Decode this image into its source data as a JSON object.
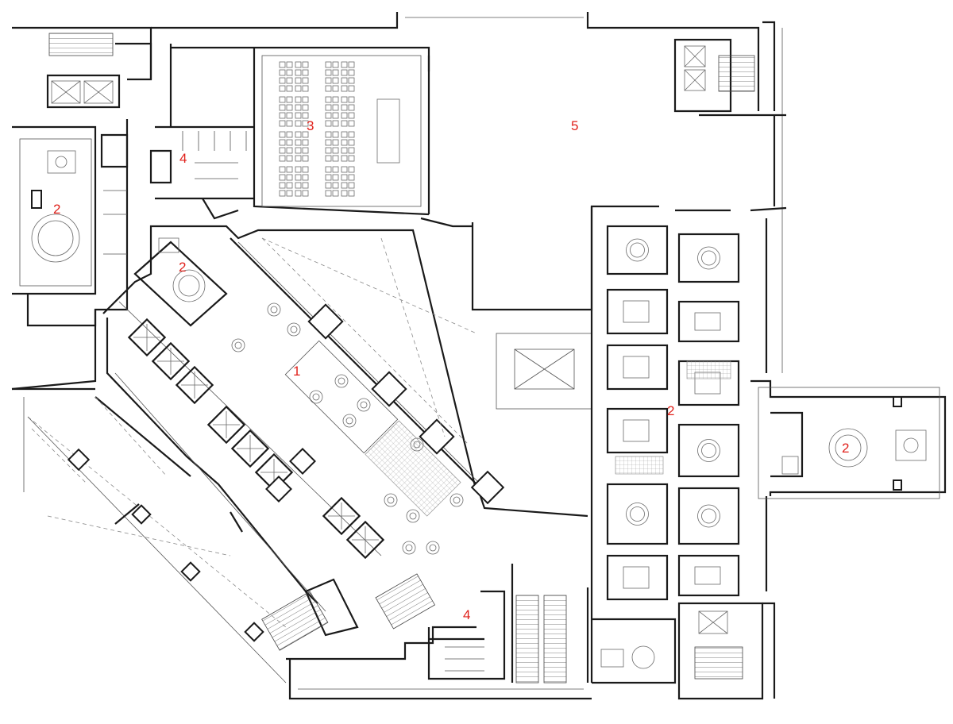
{
  "colors": {
    "label": "#e0211b",
    "wall": "#1a1a1a",
    "furniture": "#6a6a6a",
    "background": "#ffffff"
  },
  "room_labels": [
    {
      "id": "lobby-lounge",
      "text": "1"
    },
    {
      "id": "private-dining-west",
      "text": "2"
    },
    {
      "id": "private-dining-north",
      "text": "2"
    },
    {
      "id": "private-dining-east-corridor",
      "text": "2"
    },
    {
      "id": "private-dining-east-wing",
      "text": "2"
    },
    {
      "id": "auditorium",
      "text": "3"
    },
    {
      "id": "restroom-north",
      "text": "4"
    },
    {
      "id": "restroom-south",
      "text": "4"
    },
    {
      "id": "open-court",
      "text": "5"
    }
  ]
}
